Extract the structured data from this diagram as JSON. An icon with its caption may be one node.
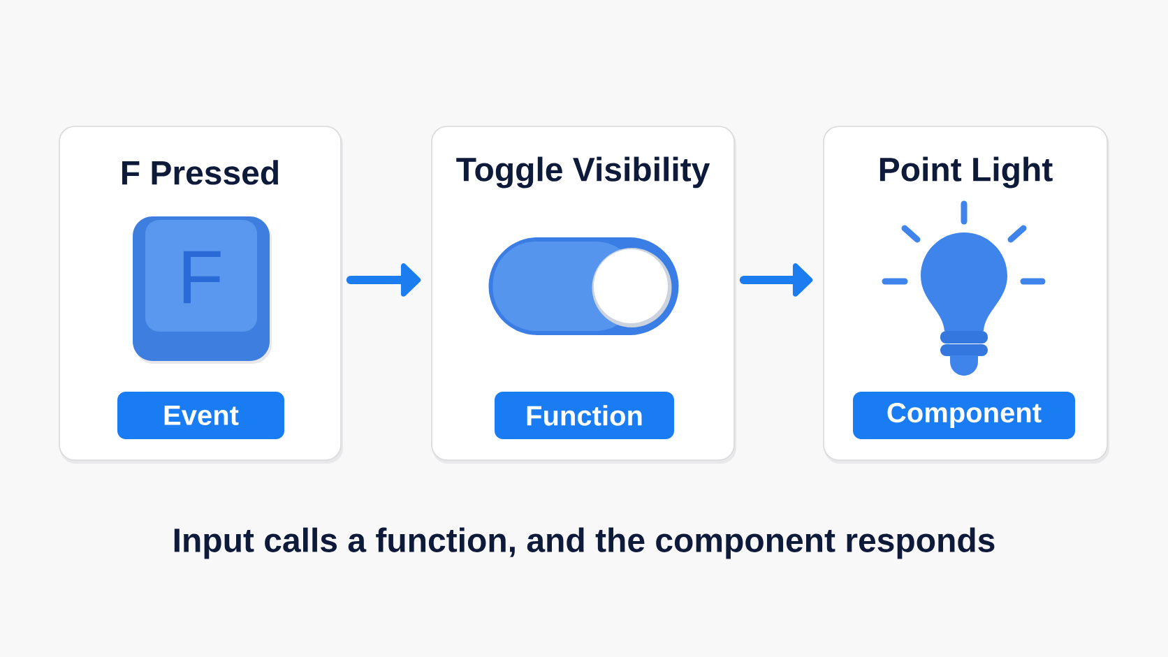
{
  "diagram": {
    "caption": "Input calls a function, and the component responds",
    "nodes": [
      {
        "text": [
          "F Pressed"
        ]
      },
      {
        "text": [
          "F"
        ],
        "in": 0
      },
      {
        "text": [
          "Event"
        ],
        "in": 0
      },
      {
        "text": [
          "Toggle Visibility"
        ]
      },
      {
        "text": [
          "Function"
        ],
        "in": 3
      },
      {
        "text": [
          "Point Light"
        ]
      },
      {
        "text": [
          "Component"
        ],
        "in": 5
      }
    ],
    "edges": [
      {
        "from": 0,
        "to": 3,
        "arrow": "to"
      },
      {
        "from": 3,
        "to": 5,
        "arrow": "to"
      }
    ]
  }
}
